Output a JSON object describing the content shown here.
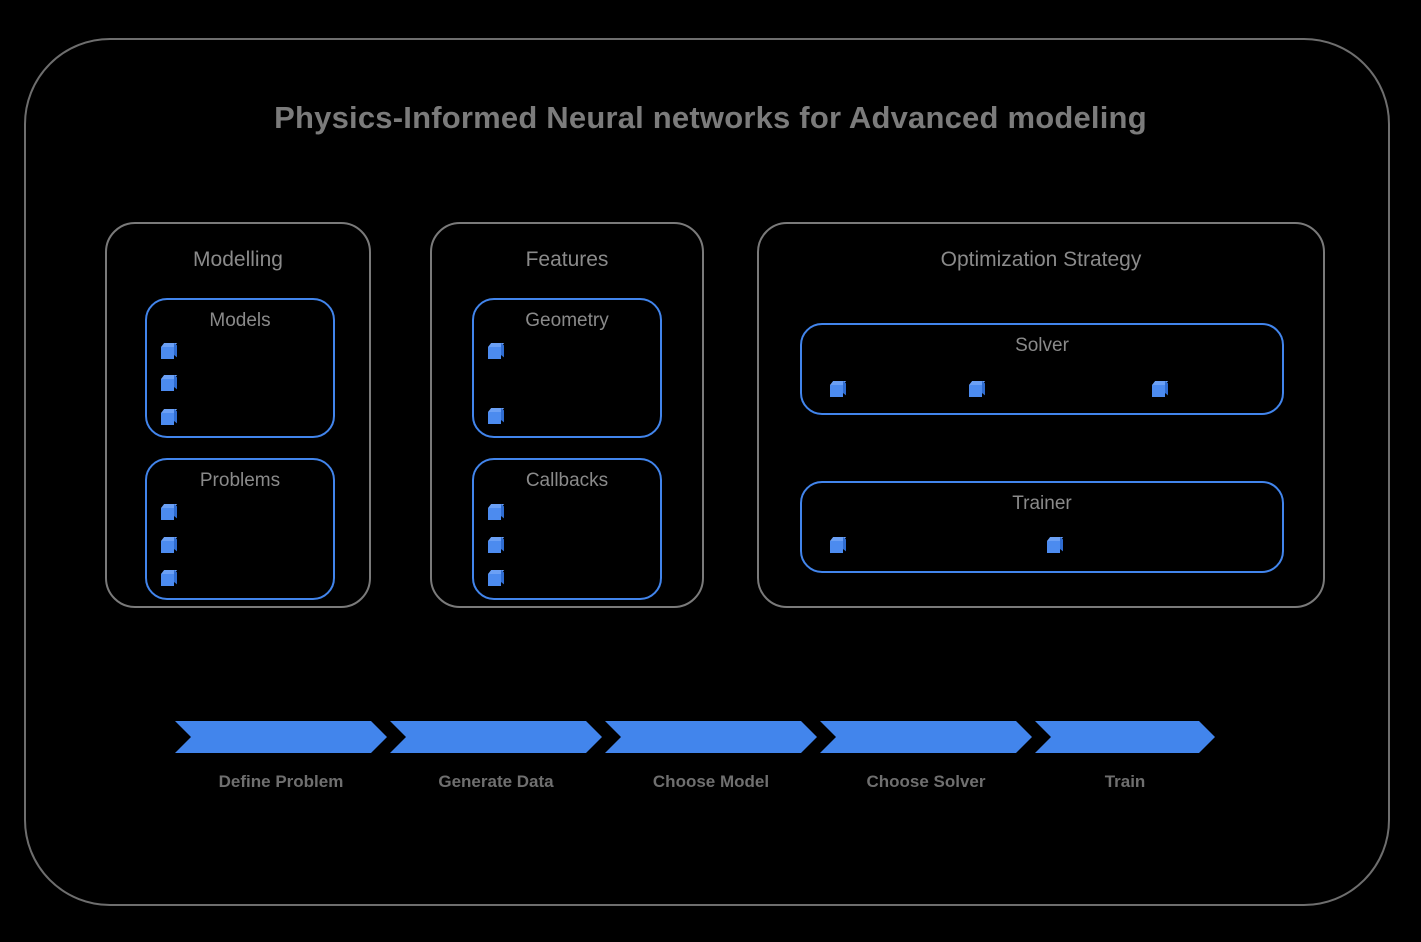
{
  "title": "Physics-Informed Neural networks for Advanced modeling",
  "colors": {
    "accent_blue": "#4285ec",
    "cube_blue": "#4c8bef",
    "border_gray": "#7a7a7a",
    "text_gray": "#8a8a8a",
    "background": "#000000"
  },
  "groups": [
    {
      "name": "Modelling",
      "boxes": [
        {
          "name": "Models",
          "items": 3,
          "layout": "vertical"
        },
        {
          "name": "Problems",
          "items": 3,
          "layout": "vertical"
        }
      ]
    },
    {
      "name": "Features",
      "boxes": [
        {
          "name": "Geometry",
          "items": 2,
          "layout": "vertical"
        },
        {
          "name": "Callbacks",
          "items": 3,
          "layout": "vertical"
        }
      ]
    },
    {
      "name": "Optimization Strategy",
      "boxes": [
        {
          "name": "Solver",
          "items": 3,
          "layout": "horizontal"
        },
        {
          "name": "Trainer",
          "items": 2,
          "layout": "horizontal"
        }
      ]
    }
  ],
  "pipeline": {
    "steps": [
      {
        "label": "Define Problem"
      },
      {
        "label": "Generate Data"
      },
      {
        "label": "Choose Model"
      },
      {
        "label": "Choose Solver"
      },
      {
        "label": "Train"
      }
    ]
  }
}
